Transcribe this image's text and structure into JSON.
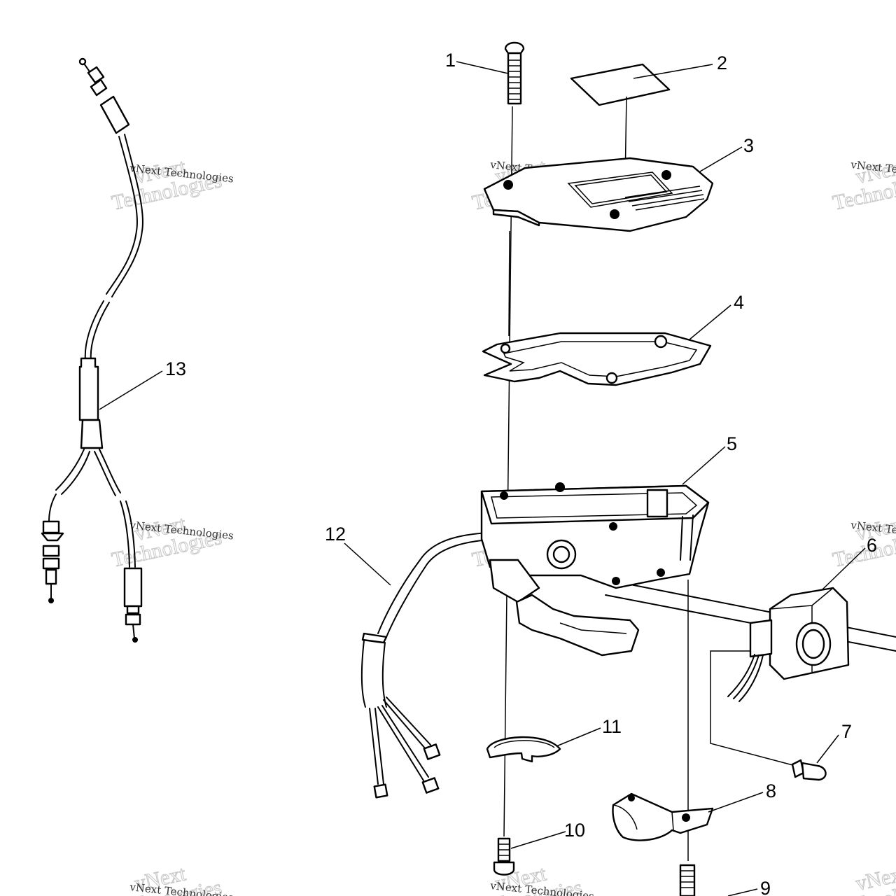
{
  "diagram": {
    "callouts": [
      "1",
      "2",
      "3",
      "4",
      "5",
      "6",
      "7",
      "8",
      "9",
      "10",
      "11",
      "12",
      "13"
    ],
    "watermark": {
      "line1": "vNext",
      "line2": "Technologies",
      "small": "vNext Technologies"
    }
  }
}
